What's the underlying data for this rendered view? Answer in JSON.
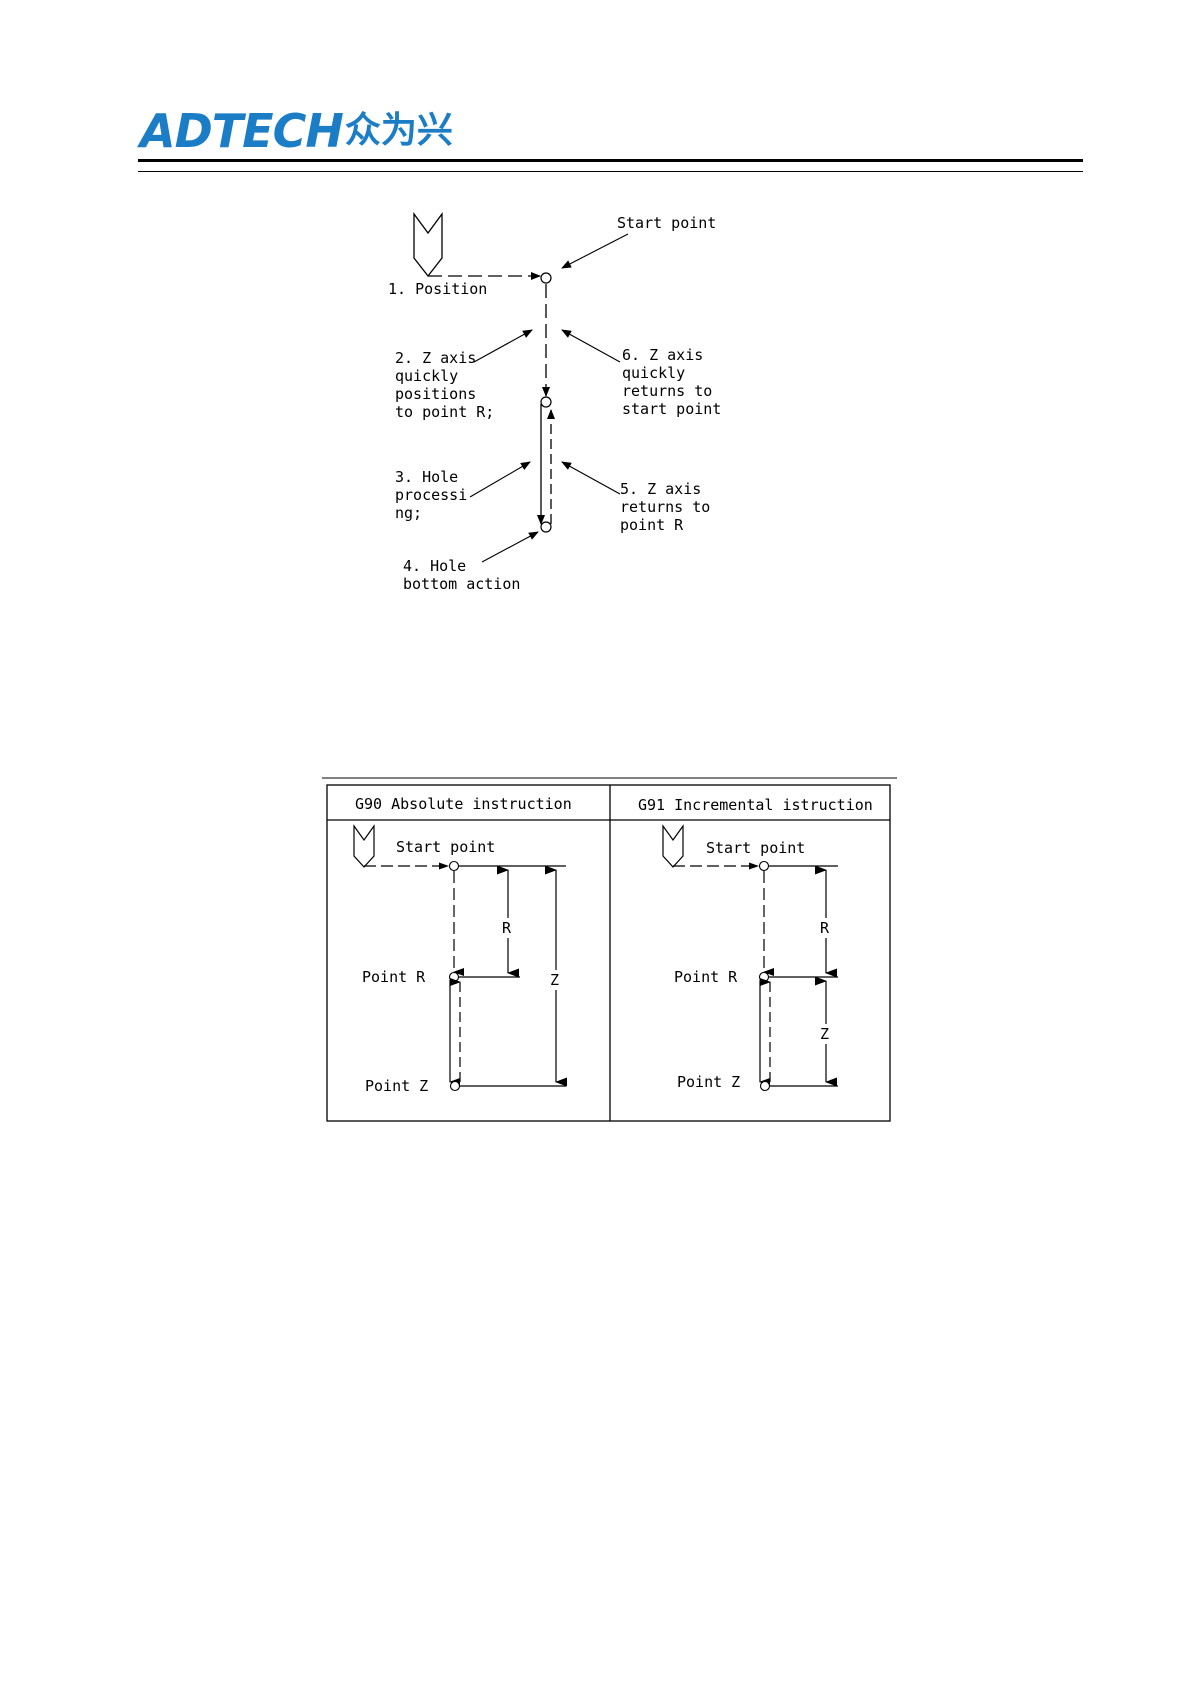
{
  "header": {
    "logo_text": "ADTECH",
    "logo_cn": "众为兴",
    "brand_color": "#1b7dc6"
  },
  "figure1": {
    "start_point": "Start point",
    "step1": "1. Position",
    "step2": [
      "2. Z axis",
      "quickly",
      "positions",
      "to point R;"
    ],
    "step3": [
      "3. Hole",
      "processi",
      "ng;"
    ],
    "step4": [
      "4. Hole",
      "bottom action"
    ],
    "step5": [
      "5. Z axis",
      "returns to",
      "point R"
    ],
    "step6": [
      "6. Z axis",
      "quickly",
      "returns to",
      "start point"
    ]
  },
  "figure2": {
    "left_header": "G90 Absolute instruction",
    "right_header": "G91 Incremental istruction",
    "left": {
      "start_point": "Start point",
      "point_r": "Point R",
      "point_z": "Point Z",
      "dim_r": "R",
      "dim_z": "Z"
    },
    "right": {
      "start_point": "Start point",
      "point_r": "Point R",
      "point_z": "Point Z",
      "dim_r": "R",
      "dim_z": "Z"
    }
  }
}
